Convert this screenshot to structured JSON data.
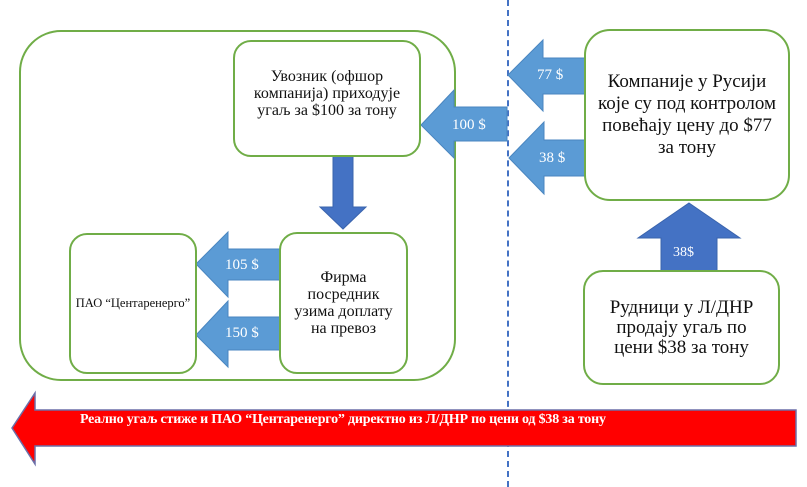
{
  "nodes": {
    "importer": "Увозник (офшор компанија) приходује угаљ за $100 за тону",
    "russian_companies": "Компаније у Русији које су под контролом повећају цену до $77 за тону",
    "mines": "Рудници у Л/ДНР продају угаљ по цени $38 за тону",
    "intermediary": "Фирма посредник узима доплату на превоз",
    "centrenergo": "ПАО “Центаренерго”"
  },
  "arrows": {
    "to_russia_77": "77 $",
    "to_russia_38": "38 $",
    "to_importer_100": "100 $",
    "mines_up_38": "38$",
    "to_centrenergo_105": "105 $",
    "to_centrenergo_150": "150 $"
  },
  "banner": {
    "text": "Реално угаљ стиже и ПАО “Центаренерго” директно из Л/ДНР по цени од $38 за тону"
  },
  "colors": {
    "box_border": "#70ad47",
    "arrow_light": "#5b9bd5",
    "arrow_dark": "#4472c4",
    "banner_red": "#ff0000"
  }
}
